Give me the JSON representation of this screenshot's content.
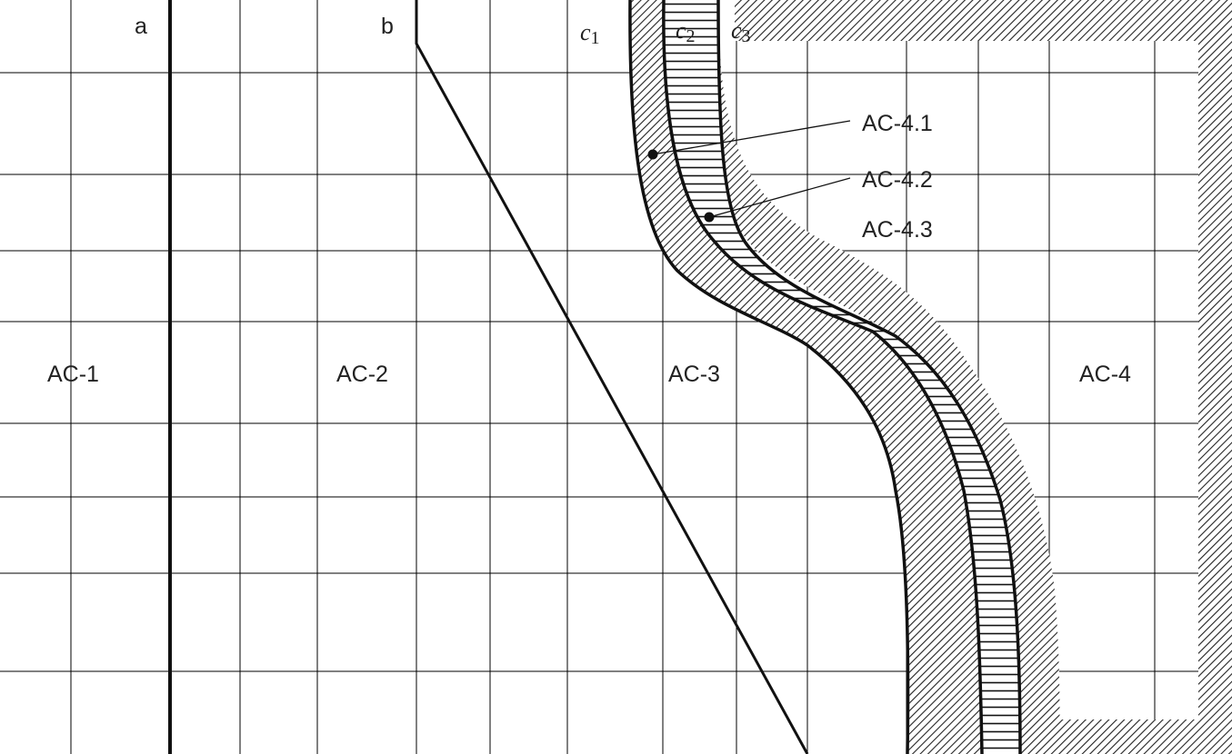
{
  "diagram": {
    "boundary_labels": {
      "a": "a",
      "b": "b",
      "c1": "c",
      "c1_sub": "1",
      "c2": "c",
      "c2_sub": "2",
      "c3": "c",
      "c3_sub": "3"
    },
    "regions": {
      "ac1": "AC-1",
      "ac2": "AC-2",
      "ac3": "AC-3",
      "ac4": "AC-4"
    },
    "callouts": {
      "ac41": "AC-4.1",
      "ac42": "AC-4.2",
      "ac43": "AC-4.3"
    },
    "colors": {
      "line": "#111111",
      "grid": "#000000",
      "background": "#ffffff"
    }
  }
}
